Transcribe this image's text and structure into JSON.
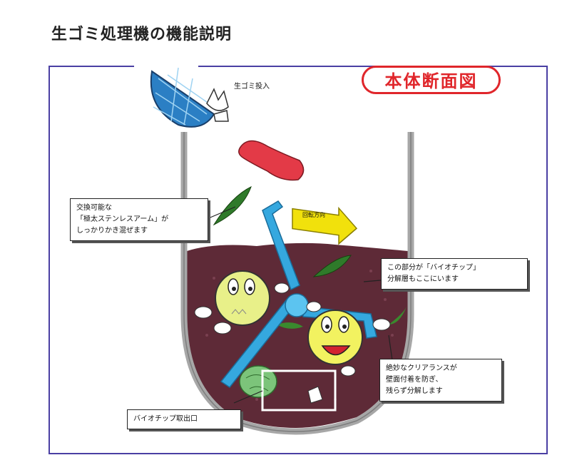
{
  "title": "生ゴミ処理機の機能説明",
  "badge": "本体断面図",
  "input_label": "生ゴミ投入",
  "rotation_label": "回転方向",
  "callouts": {
    "arm": [
      "交換可能な",
      "「極太ステンレスアーム」が",
      "しっかりかき混ぜます"
    ],
    "bio": [
      "この部分が「バイオチップ」",
      "分解層もここにいます"
    ],
    "clearance": [
      "絶妙なクリアランスが",
      "壁面付着を防ぎ、",
      "残らず分解します"
    ],
    "outlet": "バイオチップ取出口"
  },
  "colors": {
    "frame": "#4a3fa3",
    "badge": "#e0262b",
    "soil": "#5e2a37",
    "arm": "#35a8df",
    "tank": "#a7a7a7"
  }
}
